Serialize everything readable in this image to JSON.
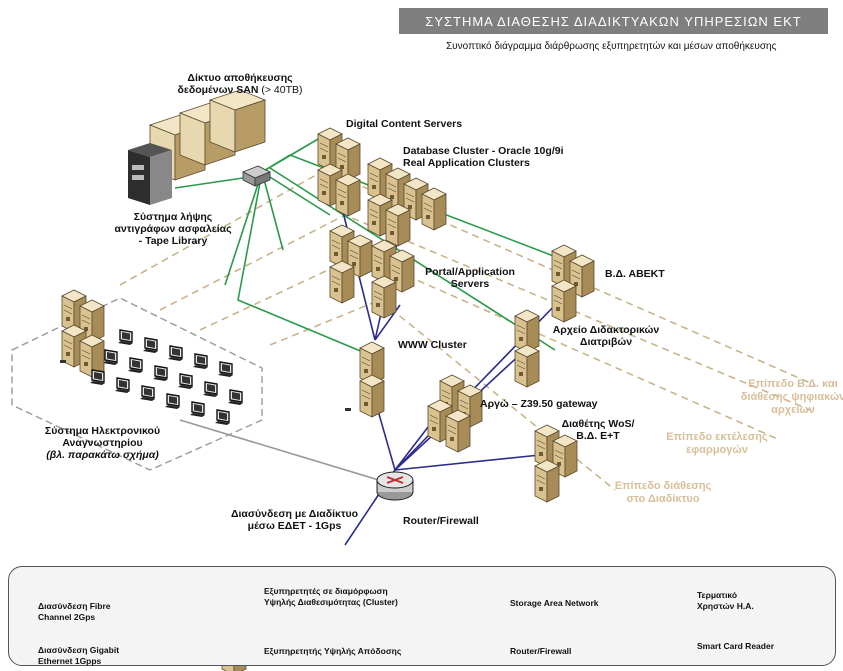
{
  "header": {
    "title": "ΣΥΣΤΗΜΑ ΔΙΑΘΕΣΗΣ ΔΙΑΔΙΚΤΥΑΚΩΝ ΥΠΗΡΕΣΙΩΝ ΕΚΤ",
    "subtitle": "Συνοπτικό διάγραμμα διάρθρωσης εξυπηρετητών και μέσων αποθήκευσης"
  },
  "nodes": {
    "san": {
      "line1": "Δίκτυο αποθήκευσης",
      "line2_bold": "δεδομένων SAN",
      "line2_rest": " (> 40TB)"
    },
    "tape": {
      "line1": "Σύστημα λήψης",
      "line2": "αντιγράφων ασφαλείας",
      "line3": " - Tape Library"
    },
    "digital": {
      "line1": "Digital Content Servers"
    },
    "database": {
      "line1": "Database Cluster - Oracle 10g/9i",
      "line2": "Real Application Clusters"
    },
    "portal": {
      "line1": "Portal/Application",
      "line2": "Servers"
    },
    "www": {
      "line1": "WWW Cluster"
    },
    "abekt": {
      "line1": "Β.Δ. ΑΒΕΚΤ"
    },
    "phd": {
      "line1": "Αρχείο Διδακτορικών",
      "line2": "Διατριβών"
    },
    "argo": {
      "line1": "Αργώ – Z39.50 gateway"
    },
    "wos": {
      "line1": "Διαθέτης WoS/",
      "line2": "Β.Δ. Ε+Τ"
    },
    "reading": {
      "line1": "Σύστημα Ηλεκτρονικού",
      "line2": "Αναγνωστηρίου",
      "line3": "(βλ. παρακάτω σχήμα)"
    },
    "internet": {
      "line1": "Διασύνδεση με Διαδίκτυο",
      "line2": "μέσω ΕΔΕΤ - 1Gps"
    },
    "router": {
      "line1": "Router/Firewall"
    }
  },
  "tiers": {
    "db": {
      "line1": "Επίπεδο Β.Δ. και",
      "line2": "διάθεσης ψηφιακών",
      "line3": "αρχείων"
    },
    "app": {
      "line1": "Επίπεδο εκτέλεσης",
      "line2": "εφαρμογών"
    },
    "web": {
      "line1": "Επίπεδο διάθεσης",
      "line2": "στο Διαδίκτυο"
    }
  },
  "legend": {
    "fibre": {
      "line1": "Διασύνδεση Fibre",
      "line2": "Channel 2Gps"
    },
    "gigabit": {
      "line1": "Διασύνδεση Gigabit",
      "line2": "Ethernet 1Gpps"
    },
    "cluster": {
      "line1": "Εξυπηρετητές σε διαμόρφωση",
      "line2": "Υψηλής Διαθεσιμότητας (Cluster)"
    },
    "server": {
      "line1": "Εξυπηρετητής Υψηλής Απόδοσης"
    },
    "storage": {
      "line1": "Storage Area Network"
    },
    "router": {
      "line1": "Router/Firewall"
    },
    "terminal": {
      "line1": "Τερματικό",
      "line2": "Χρηστών Η.Α."
    },
    "smartcard": {
      "line1": "Smart Card Reader"
    }
  },
  "colors": {
    "fibre": "#2a9a4a",
    "gigabit": "#2c2c8c",
    "tier_line": "#c9b48a",
    "tier_text": "#d8bf9a",
    "server_top": "#f3e6c7",
    "server_front": "#d9c190",
    "server_side": "#a88c57",
    "title_bg": "#7f7f7f"
  }
}
